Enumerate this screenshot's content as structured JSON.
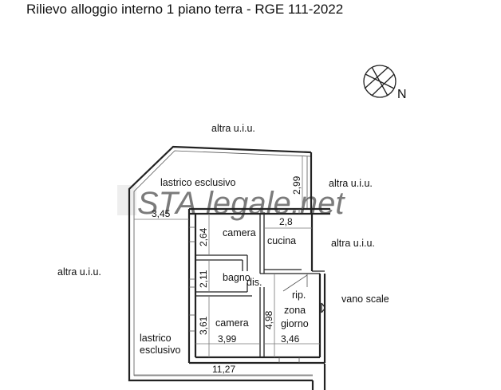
{
  "title": "Rilievo alloggio interno 1 piano terra - RGE 111-2022",
  "compass": {
    "label": "N",
    "icon": "north-arrow-icon"
  },
  "watermark": {
    "text_a": "STA",
    "text_b": "legale.net"
  },
  "areas": {
    "altra_top": "altra u.i.u.",
    "altra_left": "altra u.i.u.",
    "altra_right_top": "altra u.i.u.",
    "altra_right_mid": "altra u.i.u.",
    "lastrico_top": "lastrico esclusivo",
    "lastrico_bottom_1": "lastrico",
    "lastrico_bottom_2": "esclusivo",
    "vano_scale": "vano scale"
  },
  "rooms": {
    "camera_top": "camera",
    "cucina": "cucina",
    "bagno": "bagno",
    "dis": "dis.",
    "rip": "rip.",
    "zona_1": "zona",
    "zona_2": "giorno",
    "camera_bottom": "camera"
  },
  "dimensions": {
    "d_3_45": "3,45",
    "d_2_99": "2,99",
    "d_2_8": "2,8",
    "d_2_64": "2,64",
    "d_2_11": "2,11",
    "d_3_61": "3,61",
    "d_4_98": "4,98",
    "d_3_99": "3,99",
    "d_3_46": "3,46",
    "d_11_27": "11,27"
  }
}
